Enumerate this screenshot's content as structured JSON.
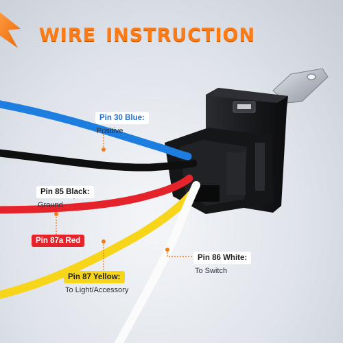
{
  "title": {
    "word1": "WIRE",
    "word2": "INSTRUCTION"
  },
  "colors": {
    "accent": "#ff7a12",
    "blue": "#1e7ee0",
    "black": "#111111",
    "red": "#e5232b",
    "yellow": "#f7d51b",
    "white": "#ffffff"
  },
  "icons": {
    "relay": "relay-icon",
    "bolt": "lightning-bolt-icon"
  },
  "pins": [
    {
      "name": "Pin 30 Blue:",
      "desc": "Positive"
    },
    {
      "name": "Pin 85 Black:",
      "desc": "Ground"
    },
    {
      "name": "Pin 87a Red",
      "desc": ""
    },
    {
      "name": "Pin 86 White:",
      "desc": "To Switch"
    },
    {
      "name": "Pin 87 Yellow:",
      "desc": "To Light/Accessory"
    }
  ]
}
